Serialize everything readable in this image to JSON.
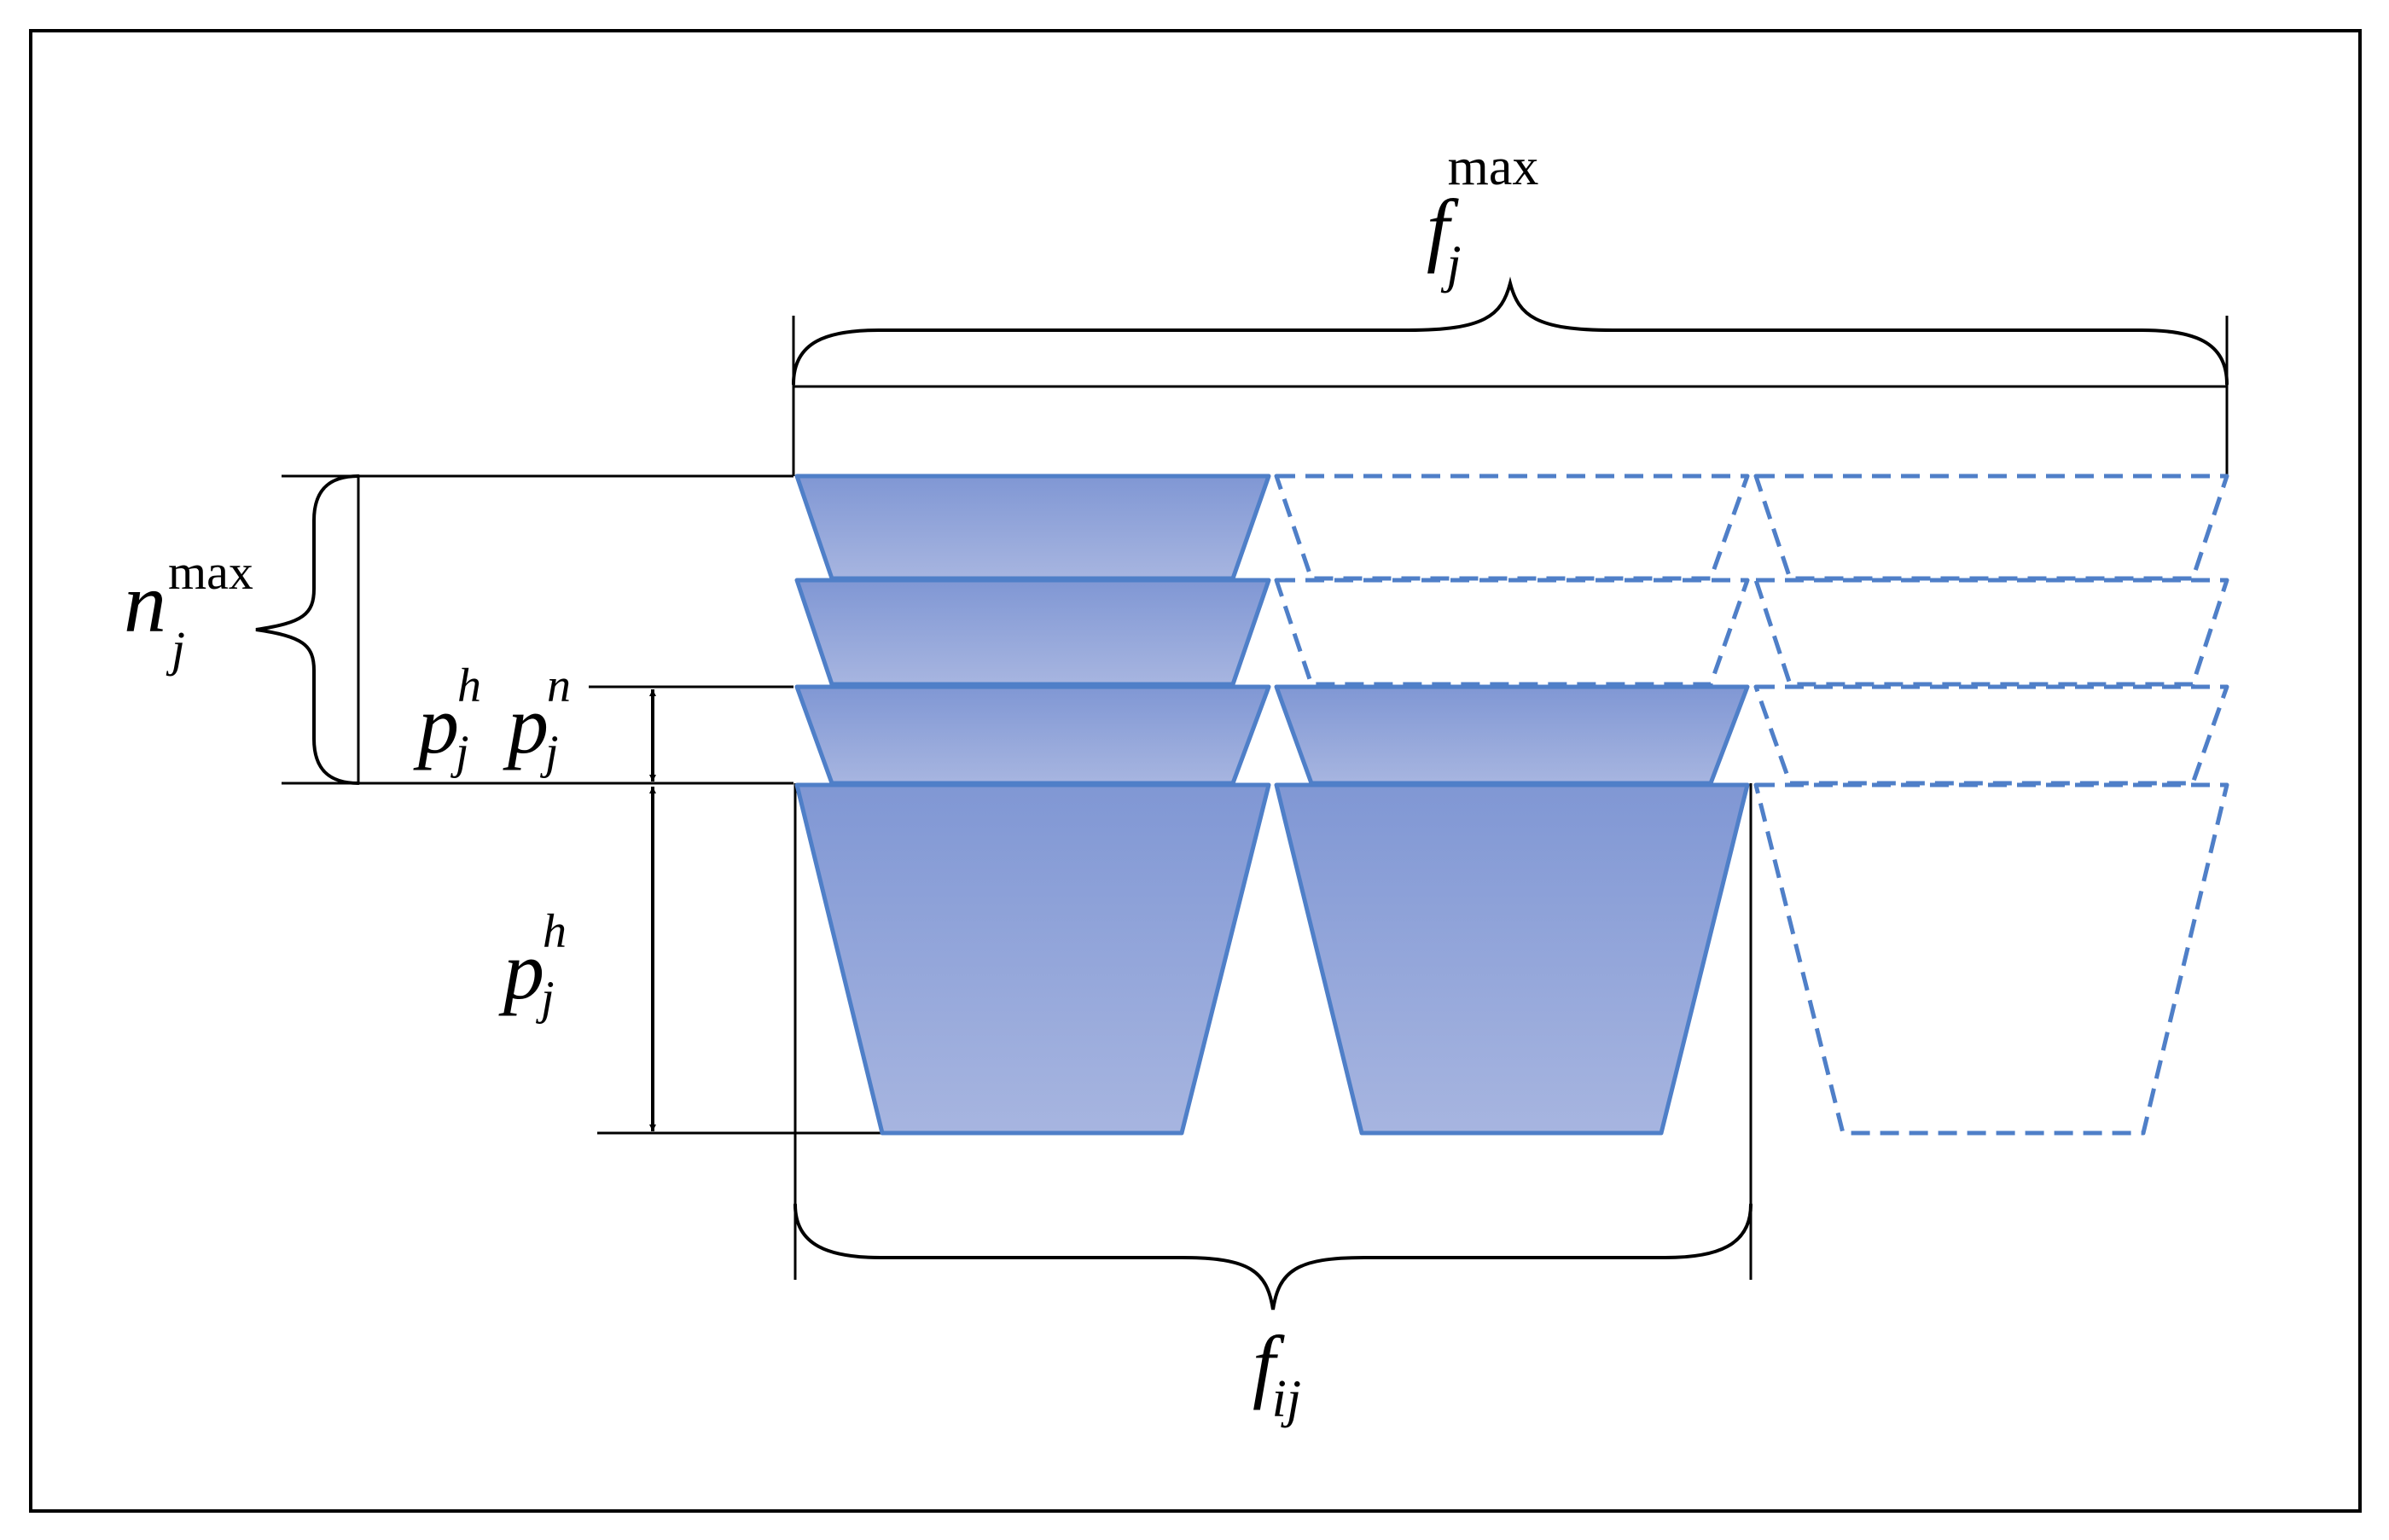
{
  "colors": {
    "fill_top": "#8097d4",
    "fill_bottom": "#a7b5e0",
    "stroke": "#4f7fc8",
    "line": "#000000"
  },
  "labels": {
    "f_max": {
      "base": "f",
      "sub": "j",
      "sup": "max"
    },
    "f_ij": {
      "base": "f",
      "sub": "ij"
    },
    "n_max": {
      "base": "n",
      "sub": "j",
      "sup": "max"
    },
    "p_h_small": {
      "base": "p",
      "sub": "j",
      "sup": "h"
    },
    "p_n_small": {
      "base": "p",
      "sub": "j",
      "sup": "n"
    },
    "p_h_large": {
      "base": "p",
      "sub": "j",
      "sup": "h"
    }
  }
}
